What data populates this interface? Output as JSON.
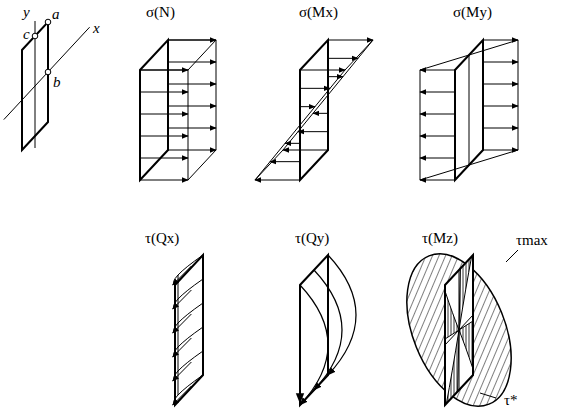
{
  "diagram": {
    "labels": [
      "y",
      "x",
      "c",
      "a",
      "b",
      "σ(Mx)",
      "σ(N)",
      "σ(My)",
      "τ(Qx)",
      "τ(Qy)",
      "τ(Mz)",
      "τmax",
      "τ*"
    ]
  }
}
